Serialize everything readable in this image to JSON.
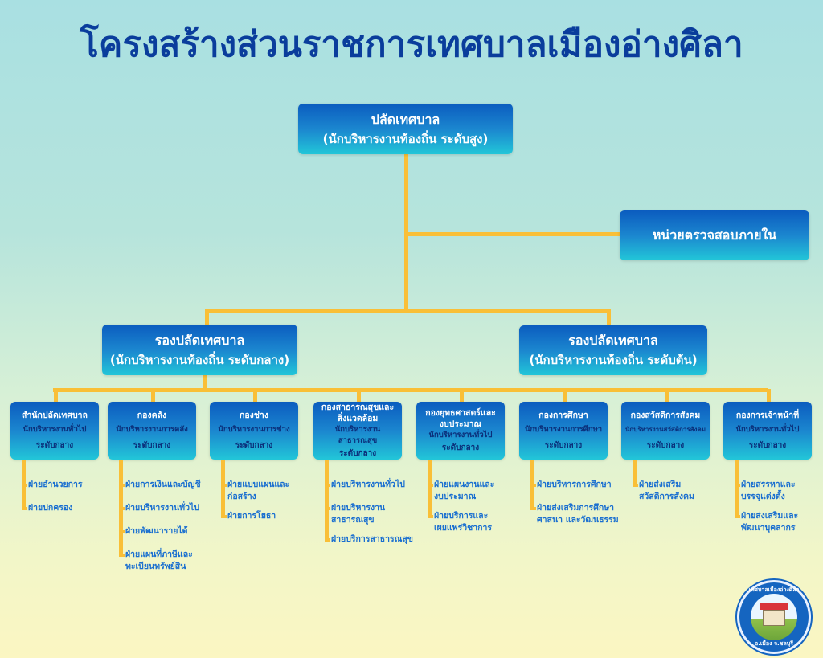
{
  "title": "โครงสร้างส่วนราชการเทศบาลเมืองอ่างศิลา",
  "top": {
    "title": "ปลัดเทศบาล",
    "subtitle": "(นักบริหารงานท้องถิ่น ระดับสูง)"
  },
  "audit": {
    "title": "หน่วยตรวจสอบภายใน"
  },
  "deputies": [
    {
      "title": "รองปลัดเทศบาล",
      "subtitle": "(นักบริหารงานท้องถิ่น ระดับกลาง)"
    },
    {
      "title": "รองปลัดเทศบาล",
      "subtitle": "(นักบริหารงานท้องถิ่น ระดับต้น)"
    }
  ],
  "departments": [
    {
      "name": "สำนักปลัดเทศบาล",
      "position": "นักบริหารงานทั่วไป",
      "level": "ระดับกลาง",
      "sections": [
        "ฝ่ายอำนวยการ",
        "ฝ่ายปกครอง"
      ]
    },
    {
      "name": "กองคลัง",
      "position": "นักบริหารงานการคลัง",
      "level": "ระดับกลาง",
      "sections": [
        "ฝ่ายการเงินและบัญชี",
        "ฝ่ายบริหารงานทั่วไป",
        "ฝ่ายพัฒนารายได้",
        "ฝ่ายแผนที่ภาษีและ\nทะเบียนทรัพย์สิน"
      ]
    },
    {
      "name": "กองช่าง",
      "position": "นักบริหารงานการช่าง",
      "level": "ระดับกลาง",
      "sections": [
        "ฝ่ายแบบแผนและ\nก่อสร้าง",
        "ฝ่ายการโยธา"
      ]
    },
    {
      "name": "กองสาธารณสุขและ\nสิ่งแวดล้อม",
      "position": "นักบริหารงานสาธารณสุข",
      "level": "ระดับกลาง",
      "sections": [
        "ฝ่ายบริหารงานทั่วไป",
        "ฝ่ายบริหารงาน\nสาธารณสุข",
        "ฝ่ายบริการสาธารณสุข"
      ]
    },
    {
      "name": "กองยุทธศาสตร์และ\nงบประมาณ",
      "position": "นักบริหารงานทั่วไป",
      "level": "ระดับกลาง",
      "sections": [
        "ฝ่ายแผนงานและ\nงบประมาณ",
        "ฝ่ายบริการและ\nเผยแพร่วิชาการ"
      ]
    },
    {
      "name": "กองการศึกษา",
      "position": "นักบริหารงานการศึกษา",
      "level": "ระดับกลาง",
      "sections": [
        "ฝ่ายบริหารการศึกษา",
        "ฝ่ายส่งเสริมการศึกษา\nศาสนา และวัฒนธรรม"
      ]
    },
    {
      "name": "กองสวัสดิการสังคม",
      "position": "นักบริหารงานสวัสดิการสังคม",
      "level": "ระดับกลาง",
      "sections": [
        "ฝ่ายส่งเสริม\nสวัสดิการสังคม"
      ]
    },
    {
      "name": "กองการเจ้าหน้าที่",
      "position": "นักบริหารงานทั่วไป",
      "level": "ระดับกลาง",
      "sections": [
        "ฝ่ายสรรหาและ\nบรรจุแต่งตั้ง",
        "ฝ่ายส่งเสริมและ\nพัฒนาบุคลากร"
      ]
    }
  ],
  "logo": {
    "top_text": "เทศบาลเมืองอ่างศิลา",
    "bottom_text": "อ.เมือง จ.ชลบุรี"
  },
  "colors": {
    "title": "#0a3d9c",
    "connector": "#f9bf37",
    "box_top": "#0b5cbf",
    "box_bottom": "#22c6d8",
    "section_text": "#1a6fd0",
    "dept_subtext": "#0b2f7a"
  }
}
